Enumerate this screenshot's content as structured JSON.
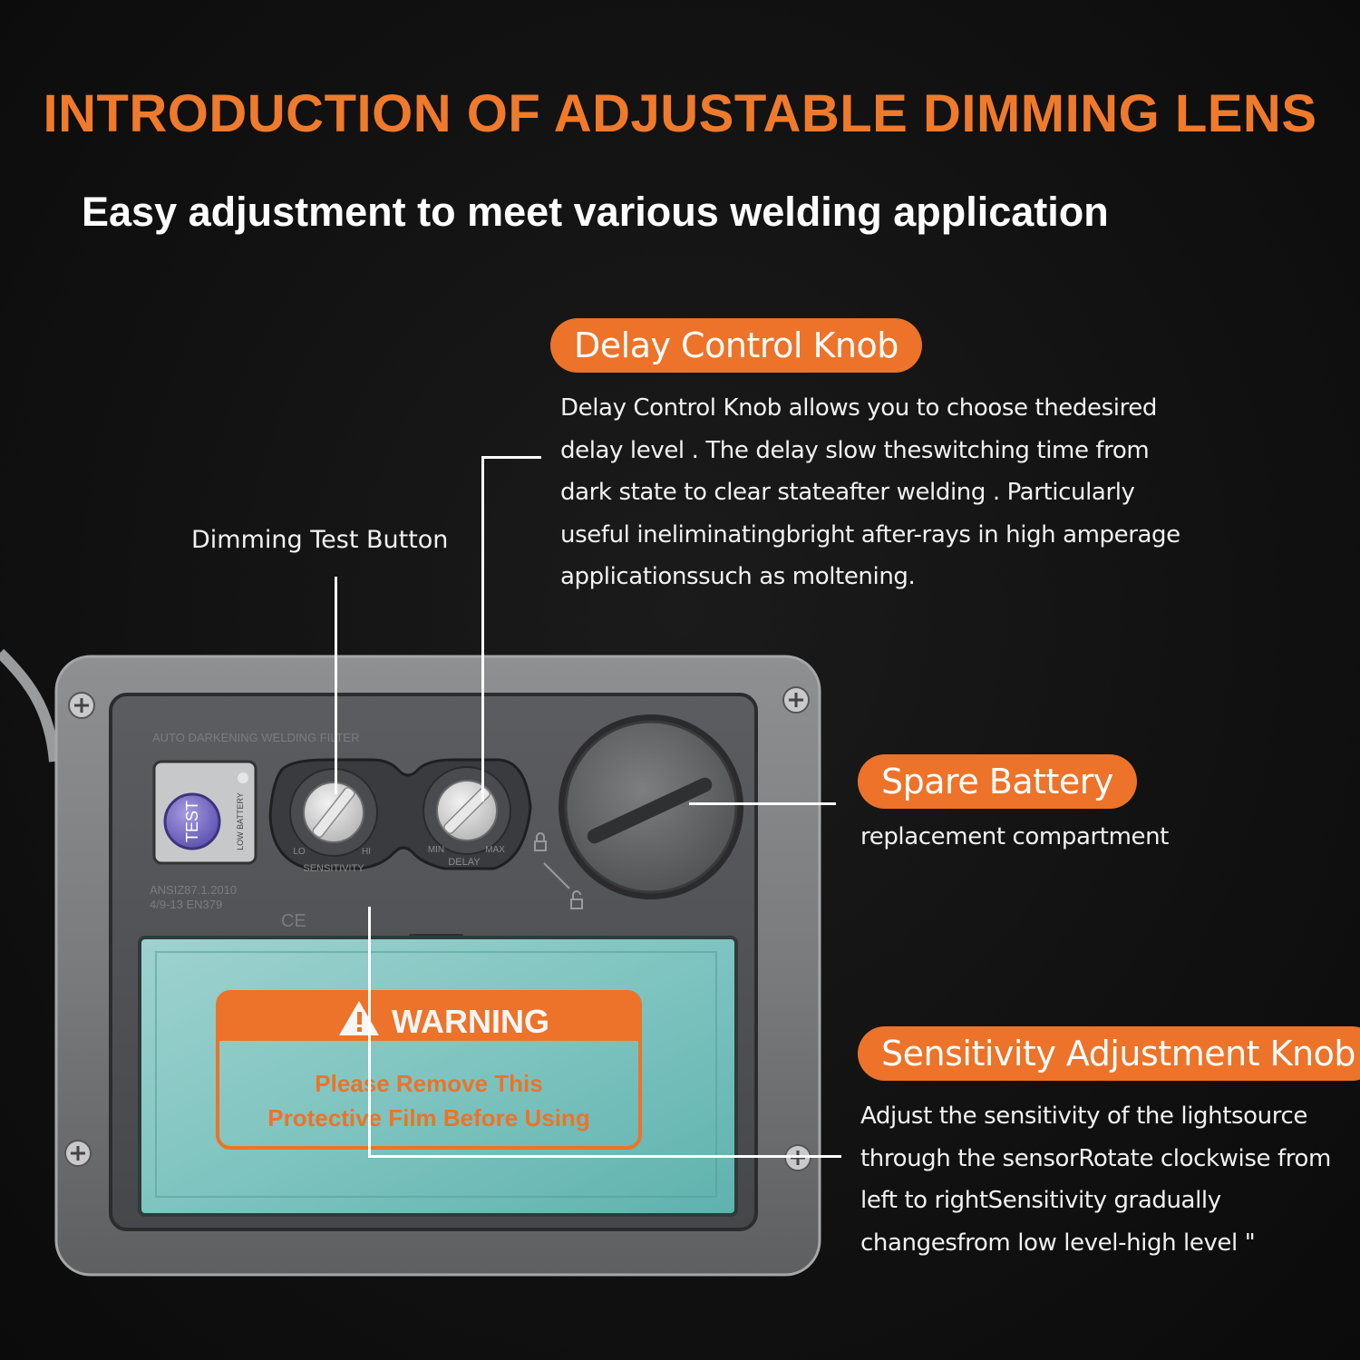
{
  "header": {
    "title": "INTRODUCTION OF ADJUSTABLE DIMMING LENS",
    "subtitle": "Easy adjustment to meet various welding application"
  },
  "callouts": {
    "delay": {
      "label": "Delay Control Knob",
      "description": "Delay Control Knob allows you to choose thedesired delay level . The delay slow theswitching time from dark state to clear stateafter welding . Particularly useful ineliminatingbright after-rays in high amperage applicationssuch as moltening."
    },
    "test": {
      "label": "Dimming Test Button"
    },
    "battery": {
      "label": "Spare Battery",
      "description": "replacement compartment"
    },
    "sensitivity": {
      "label": "Sensitivity Adjustment Knob",
      "description": "Adjust the sensitivity of the lightsource through the sensorRotate clockwise from left to rightSensitivity gradually changesfrom low level-high level \""
    }
  },
  "device": {
    "brand_text": "AUTO DARKENING WELDING FILTER",
    "test_button": "TEST",
    "low_battery": "LOW BATTERY",
    "knob1_label": "SENSITIVITY",
    "knob1_hi": "HI",
    "knob1_lo": "LO",
    "knob2_label": "DELAY",
    "knob2_min": "MIN",
    "knob2_max": "MAX",
    "standard_line1": "ANSIZ87.1.2010",
    "standard_line2": "4/9-13 EN379",
    "ce_mark": "CE",
    "warning_title": "WARNING",
    "warning_line1": "Please Remove This",
    "warning_line2": "Protective Film Before Using"
  },
  "colors": {
    "accent": "#ec7329",
    "title": "#f07a2c",
    "background": "#121212"
  }
}
